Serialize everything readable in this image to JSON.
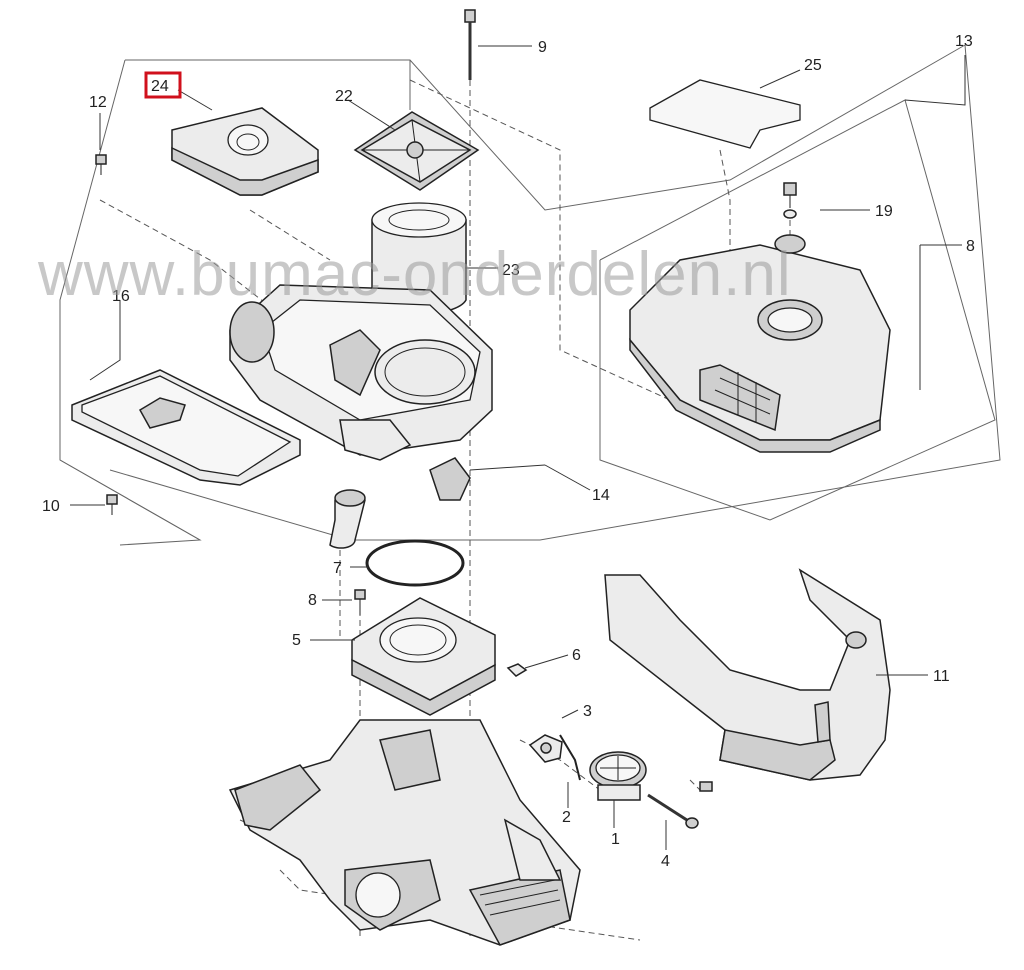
{
  "watermark": "www.bumac-onderdelen.nl",
  "highlight_color": "#d0101c",
  "highlighted_label": "24",
  "labels": {
    "l1": "1",
    "l2": "2",
    "l3": "3",
    "l4": "4",
    "l5": "5",
    "l6": "6",
    "l7": "7",
    "l8a": "8",
    "l8b": "8",
    "l9": "9",
    "l10": "10",
    "l11": "11",
    "l12": "12",
    "l13": "13",
    "l14": "14",
    "l16": "16",
    "l19": "19",
    "l22": "22",
    "l23": "23",
    "l24": "24",
    "l25": "25"
  }
}
